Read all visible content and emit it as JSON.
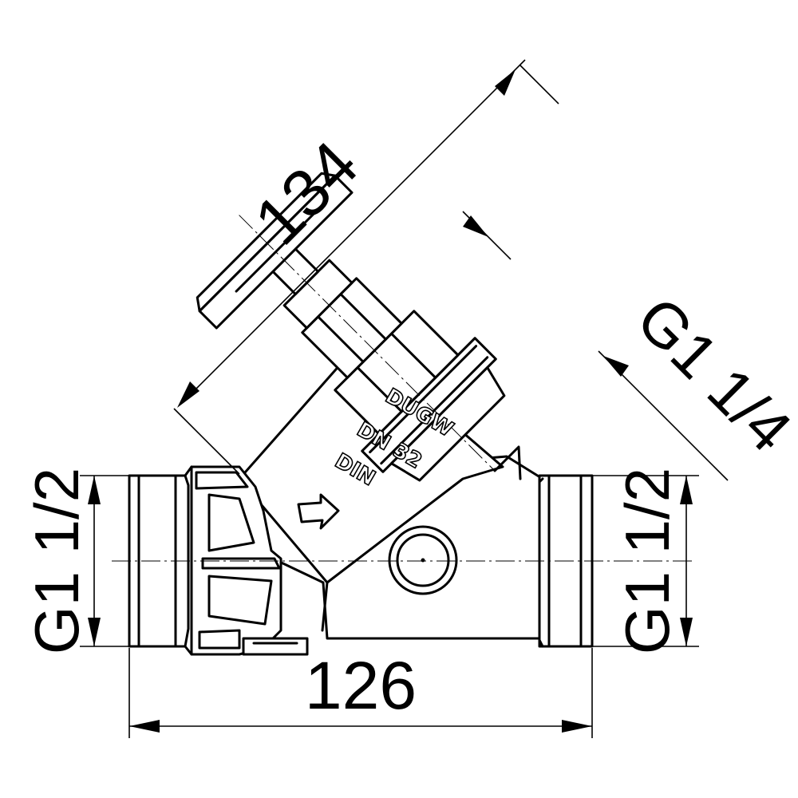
{
  "dimensions": {
    "overall_length": "126",
    "stem_length": "134",
    "stem_thread": "G1 1/4",
    "inlet_thread": "G1 1/2",
    "outlet_thread": "G1 1/2"
  },
  "body_markings": {
    "brand": "DUGW",
    "nominal_size": "DN 32",
    "standard": "DIN"
  }
}
